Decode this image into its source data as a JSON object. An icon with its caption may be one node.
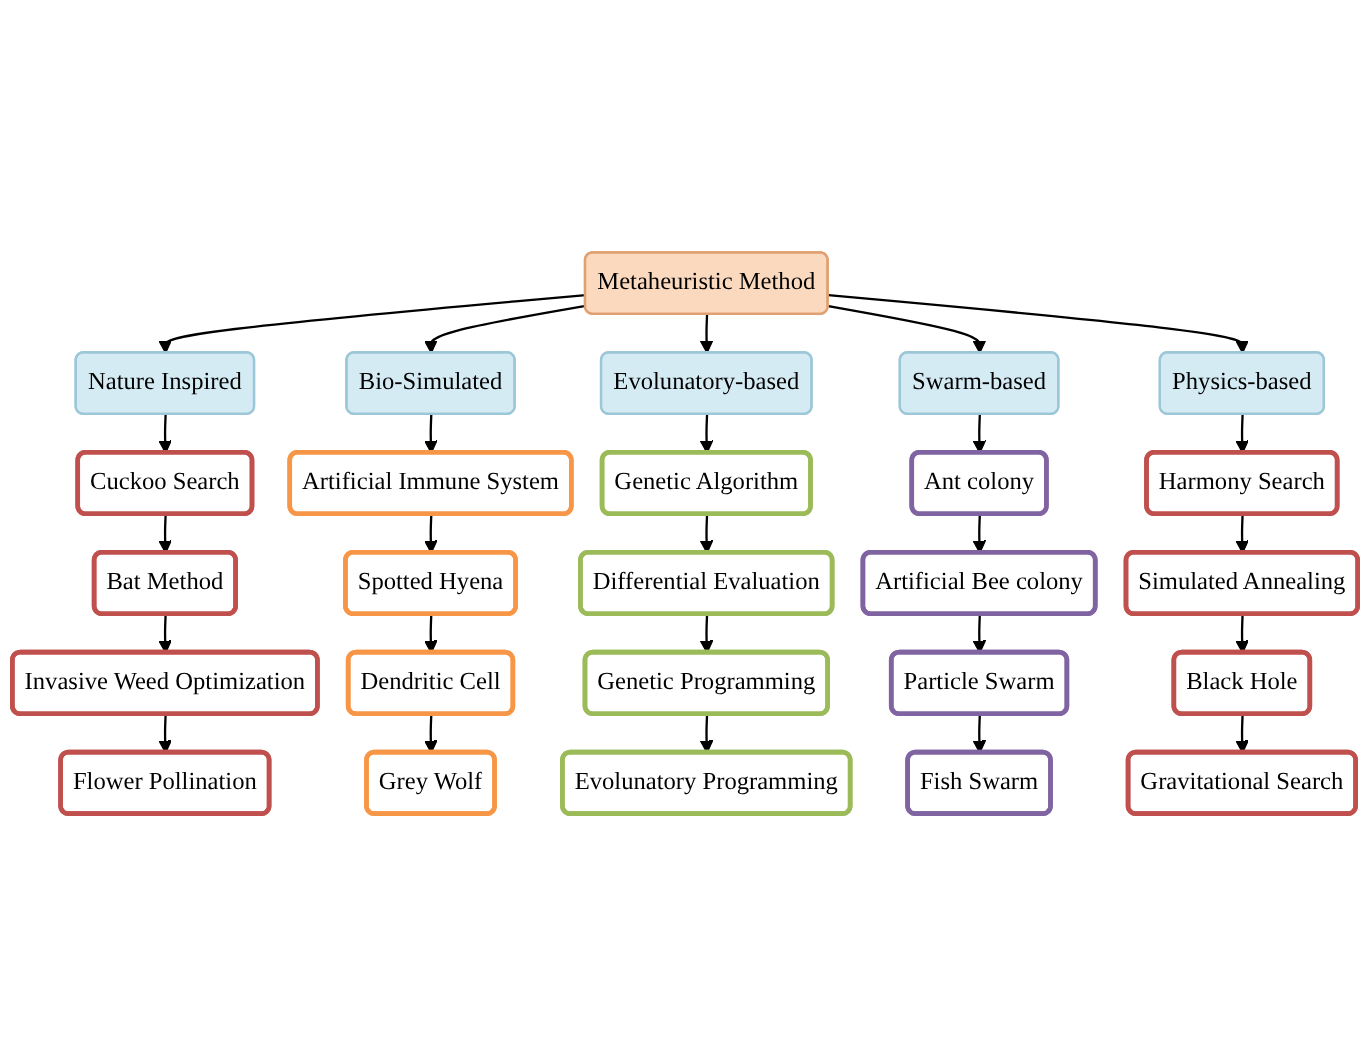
{
  "diagram": {
    "nodes": [
      {
        "text": [
          "Metaheuristic Method"
        ]
      },
      {
        "text": [
          "Nature Inspired"
        ]
      },
      {
        "text": [
          "Bio-Simulated"
        ]
      },
      {
        "text": [
          "Evolunatory-based"
        ]
      },
      {
        "text": [
          "Swarm-based"
        ]
      },
      {
        "text": [
          "Physics-based"
        ]
      },
      {
        "text": [
          "Cuckoo Search"
        ]
      },
      {
        "text": [
          "Bat Method"
        ]
      },
      {
        "text": [
          "Invasive Weed Optimization"
        ]
      },
      {
        "text": [
          "Flower Pollination"
        ]
      },
      {
        "text": [
          "Artificial Immune System"
        ]
      },
      {
        "text": [
          "Spotted Hyena"
        ]
      },
      {
        "text": [
          "Dendritic Cell"
        ]
      },
      {
        "text": [
          "Grey Wolf"
        ]
      },
      {
        "text": [
          "Genetic Algorithm"
        ]
      },
      {
        "text": [
          "Differential Evaluation"
        ]
      },
      {
        "text": [
          "Genetic Programming"
        ]
      },
      {
        "text": [
          "Evolunatory Programming"
        ]
      },
      {
        "text": [
          "Ant colony"
        ]
      },
      {
        "text": [
          "Artificial Bee colony"
        ]
      },
      {
        "text": [
          "Particle Swarm"
        ]
      },
      {
        "text": [
          "Fish Swarm"
        ]
      },
      {
        "text": [
          "Harmony Search"
        ]
      },
      {
        "text": [
          "Simulated Annealing"
        ]
      },
      {
        "text": [
          "Black Hole"
        ]
      },
      {
        "text": [
          "Gravitational Search"
        ]
      }
    ],
    "edges": [
      {
        "from": 0,
        "to": 1,
        "arrow": "to"
      },
      {
        "from": 0,
        "to": 2,
        "arrow": "to"
      },
      {
        "from": 0,
        "to": 3,
        "arrow": "to"
      },
      {
        "from": 0,
        "to": 4,
        "arrow": "to"
      },
      {
        "from": 0,
        "to": 5,
        "arrow": "to"
      },
      {
        "from": 1,
        "to": 6,
        "arrow": "to"
      },
      {
        "from": 6,
        "to": 7,
        "arrow": "to"
      },
      {
        "from": 7,
        "to": 8,
        "arrow": "to"
      },
      {
        "from": 8,
        "to": 9,
        "arrow": "to"
      },
      {
        "from": 2,
        "to": 10,
        "arrow": "to"
      },
      {
        "from": 10,
        "to": 11,
        "arrow": "to"
      },
      {
        "from": 11,
        "to": 12,
        "arrow": "to"
      },
      {
        "from": 12,
        "to": 13,
        "arrow": "to"
      },
      {
        "from": 3,
        "to": 14,
        "arrow": "to"
      },
      {
        "from": 14,
        "to": 15,
        "arrow": "to"
      },
      {
        "from": 15,
        "to": 16,
        "arrow": "to"
      },
      {
        "from": 16,
        "to": 17,
        "arrow": "to"
      },
      {
        "from": 4,
        "to": 18,
        "arrow": "to"
      },
      {
        "from": 18,
        "to": 19,
        "arrow": "to"
      },
      {
        "from": 19,
        "to": 20,
        "arrow": "to"
      },
      {
        "from": 20,
        "to": 21,
        "arrow": "to"
      },
      {
        "from": 5,
        "to": 22,
        "arrow": "to"
      },
      {
        "from": 22,
        "to": 23,
        "arrow": "to"
      },
      {
        "from": 23,
        "to": 24,
        "arrow": "to"
      },
      {
        "from": 24,
        "to": 25,
        "arrow": "to"
      }
    ]
  }
}
